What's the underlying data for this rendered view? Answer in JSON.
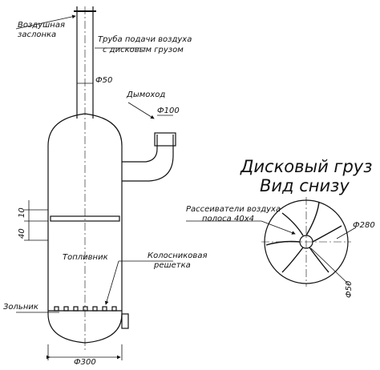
{
  "labels": {
    "air_damper": [
      "Воздушная",
      "заслонка"
    ],
    "air_pipe": [
      "Труба подачи воздуха",
      "с дисковым грузом"
    ],
    "pipe_diameter": "Ф50",
    "chimney": "Дымоход",
    "chimney_diameter": "Ф100",
    "dim_10": "10",
    "dim_40": "40",
    "fuel_box": "Топливник",
    "grate": [
      "Колосниковая",
      "решетка"
    ],
    "ash_box": "Зольник",
    "body_diameter": "Ф300",
    "disk_title": [
      "Дисковый груз",
      "Вид снизу"
    ],
    "diffusers": [
      "Рассеиватели воздуха",
      "полоса 40х4"
    ],
    "disk_diameter": "Ф280",
    "hole_diameter": "Ф50"
  }
}
